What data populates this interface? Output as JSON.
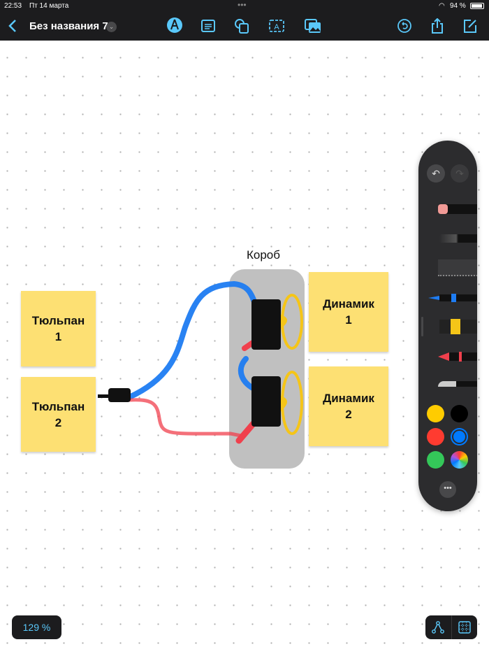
{
  "status": {
    "time": "22:53",
    "date": "Пт 14 марта",
    "battery": "94 %"
  },
  "toolbar": {
    "title": "Без названия 7"
  },
  "canvas": {
    "stickies": [
      {
        "text": "Тюльпан\n1"
      },
      {
        "text": "Тюльпан\n2"
      },
      {
        "text": "Динамик\n1"
      },
      {
        "text": "Динамик\n2"
      }
    ],
    "box_label": "Короб"
  },
  "palette": {
    "colors": [
      "#ffcc00",
      "#000000",
      "#ff3b30",
      "#007aff",
      "#34c759"
    ],
    "selected_color": "#007aff"
  },
  "zoom": {
    "level": "129 %"
  }
}
